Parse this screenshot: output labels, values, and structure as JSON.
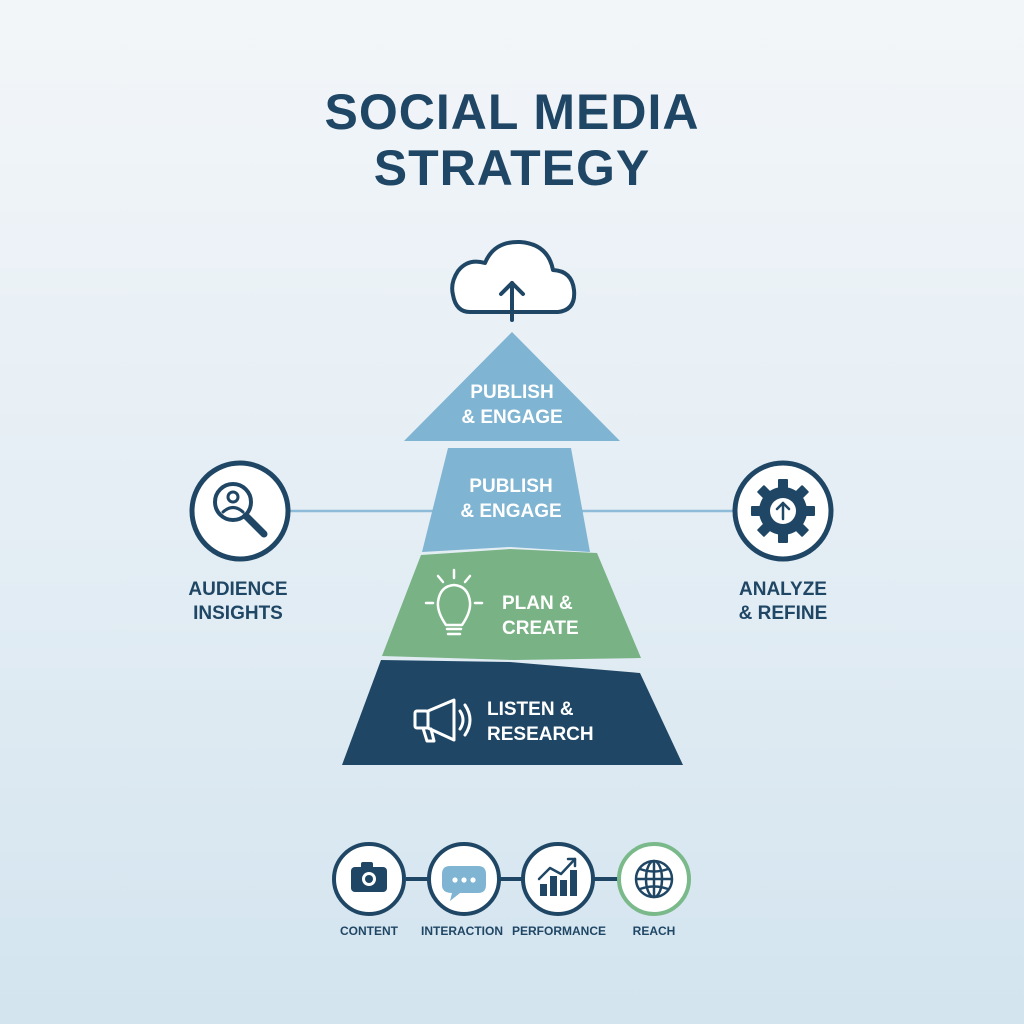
{
  "title": {
    "line1": "SOCIAL MEDIA",
    "line2": "STRATEGY"
  },
  "pyramid": {
    "top_icon": "cloud-upload-icon",
    "layers": [
      {
        "line1": "PUBLISH",
        "line2": "& ENGAGE",
        "color": "#7fb4d2"
      },
      {
        "line1": "PUBLISH",
        "line2": "& ENGAGE",
        "color": "#7fb4d2"
      },
      {
        "line1": "PLAN &",
        "line2": "CREATE",
        "color": "#79b284",
        "icon": "lightbulb-icon"
      },
      {
        "line1": "LISTEN &",
        "line2": "RESEARCH",
        "color": "#1f4765",
        "icon": "megaphone-icon"
      }
    ]
  },
  "side": {
    "left": {
      "line1": "AUDIENCE",
      "line2": "INSIGHTS",
      "icon": "magnifier-user-icon"
    },
    "right": {
      "line1": "ANALYZE",
      "line2": "& REFINE",
      "icon": "gear-arrow-up-icon"
    }
  },
  "bottom": [
    {
      "label": "CONTENT",
      "icon": "camera-icon"
    },
    {
      "label": "INTERACTION",
      "icon": "chat-bubble-icon"
    },
    {
      "label": "PERFORMANCE",
      "icon": "bar-chart-icon"
    },
    {
      "label": "REACH",
      "icon": "globe-icon"
    }
  ],
  "colors": {
    "navy": "#1f4765",
    "light_blue": "#7fb4d2",
    "green": "#79b284",
    "reach_ring": "#7ab98a"
  }
}
